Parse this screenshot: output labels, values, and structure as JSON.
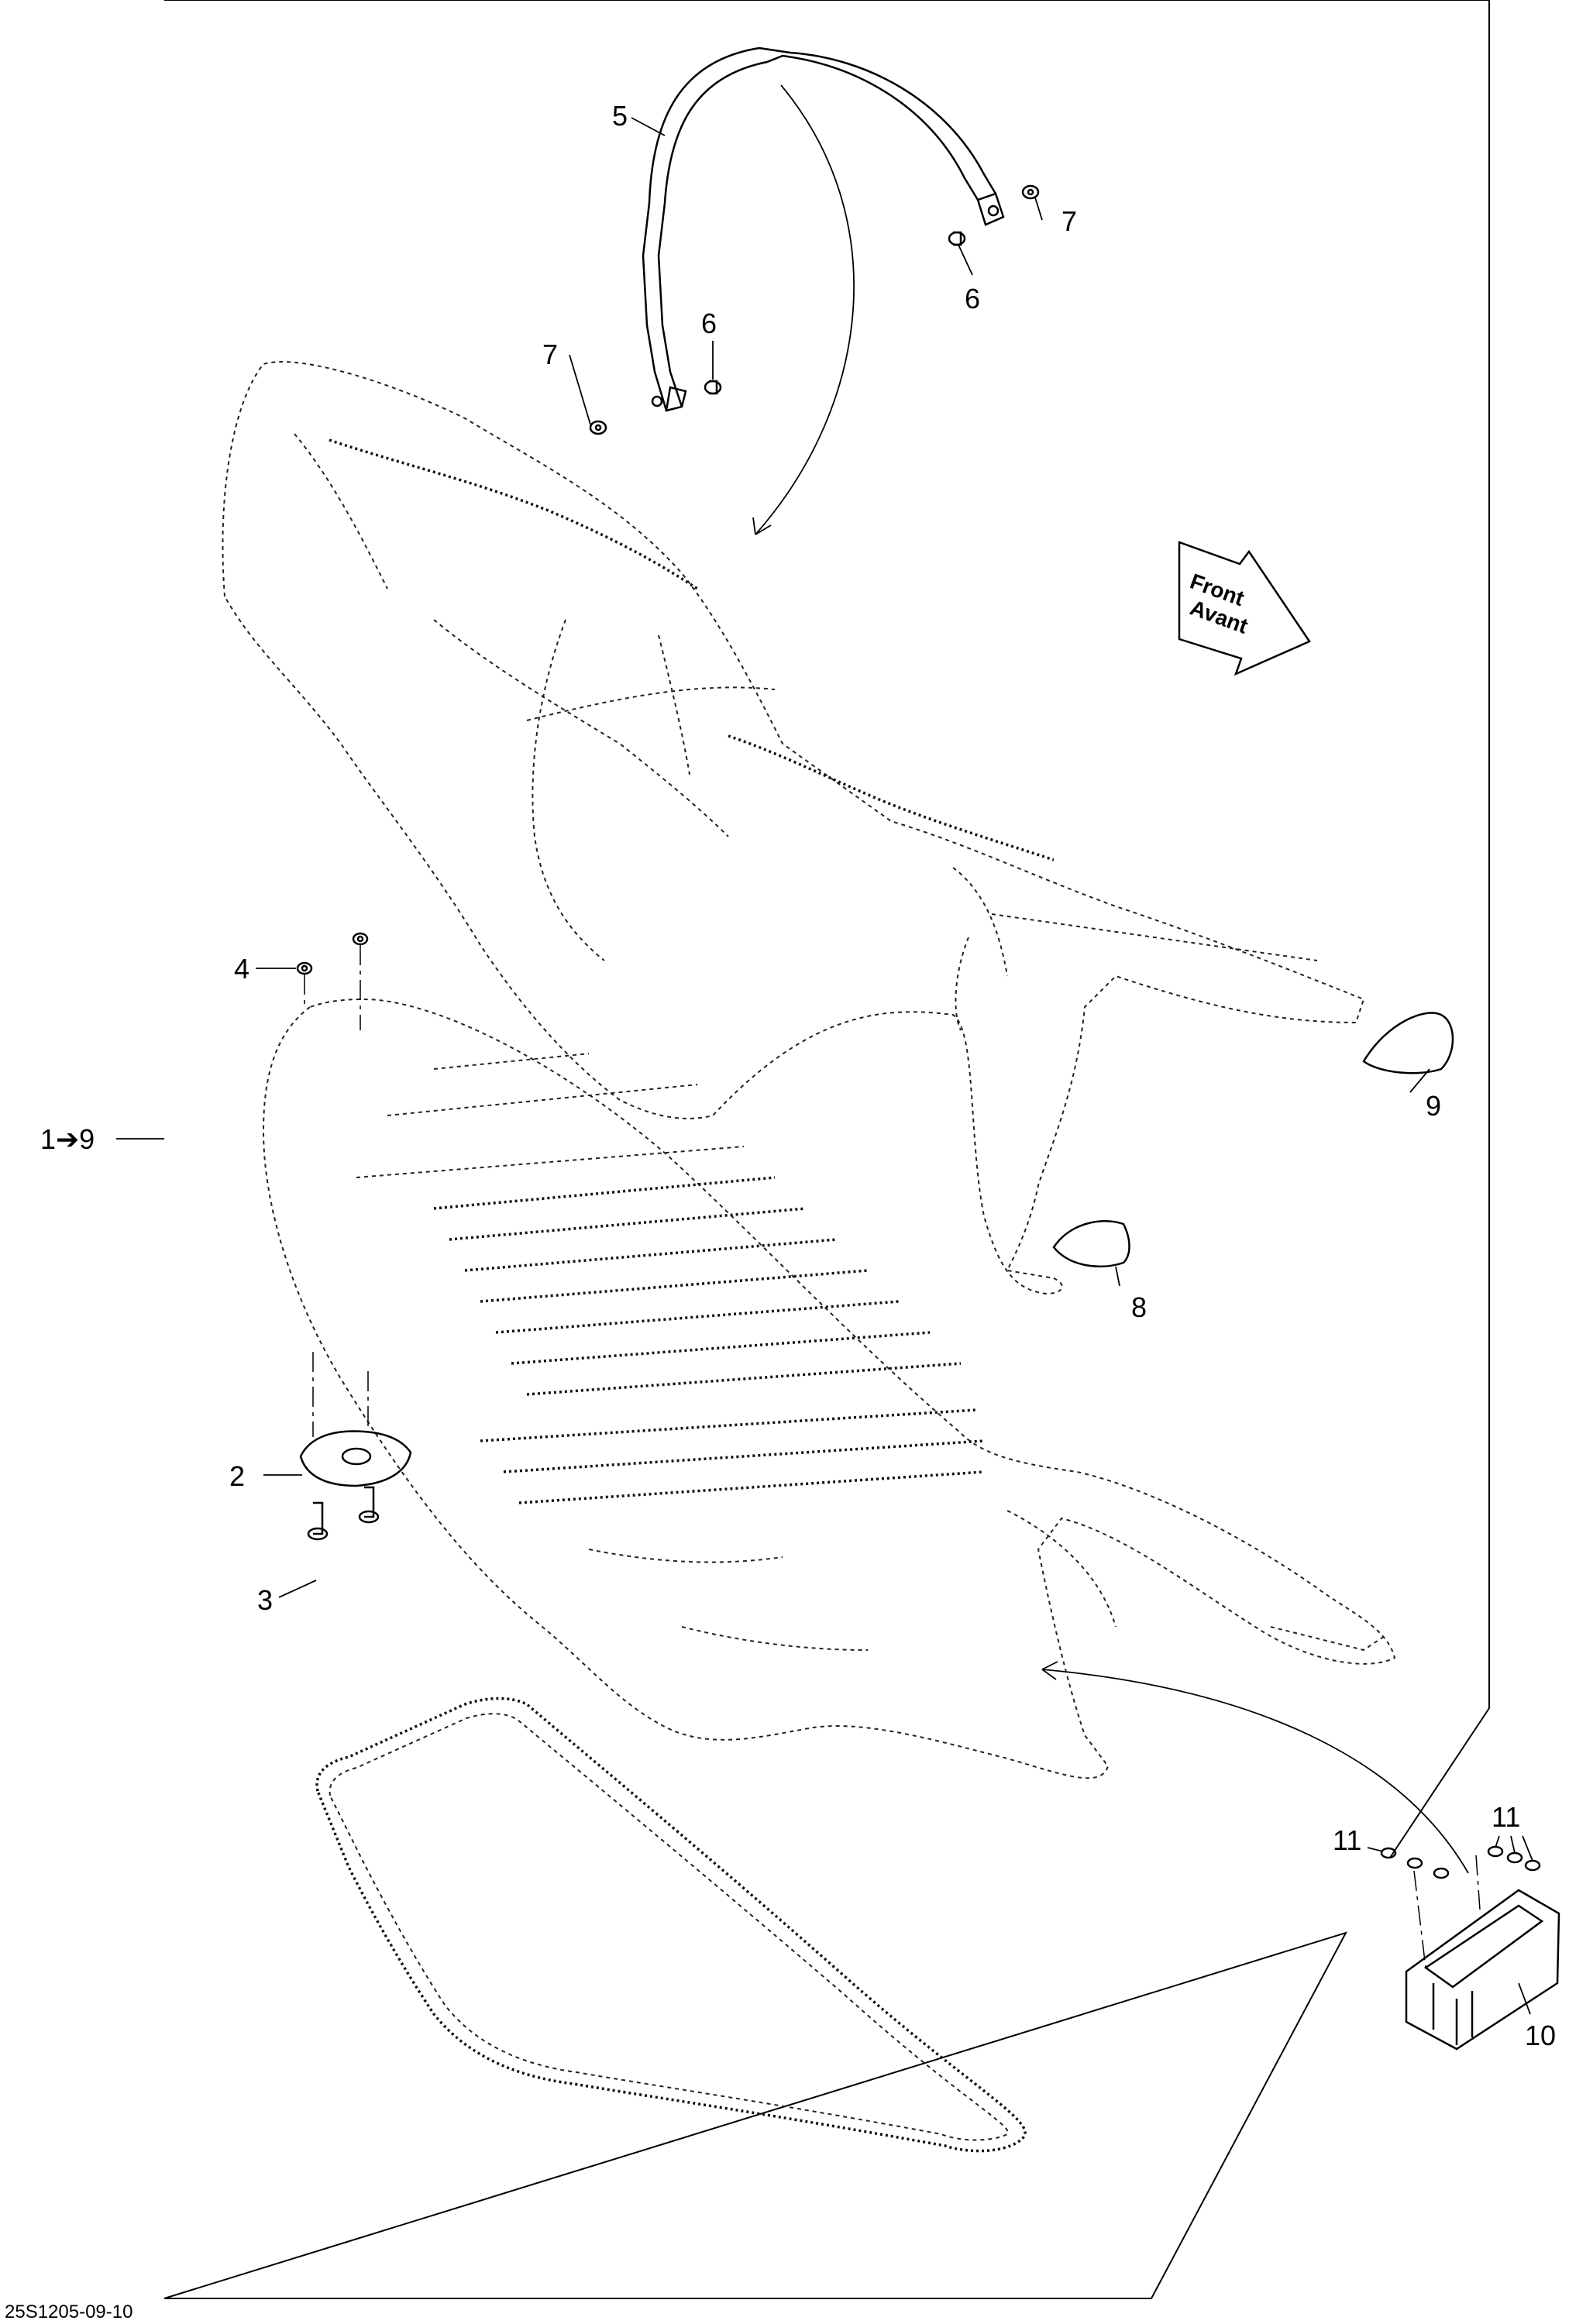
{
  "diagram_id": "25S1205-09-10",
  "direction_arrow": {
    "line1": "Front",
    "line2": "Avant"
  },
  "group_callout": "1➔9",
  "callouts": {
    "c2": "2",
    "c3": "3",
    "c4": "4",
    "c5": "5",
    "c6a": "6",
    "c6b": "6",
    "c7a": "7",
    "c7b": "7",
    "c8": "8",
    "c9": "9",
    "c10": "10",
    "c11a": "11",
    "c11b": "11"
  }
}
